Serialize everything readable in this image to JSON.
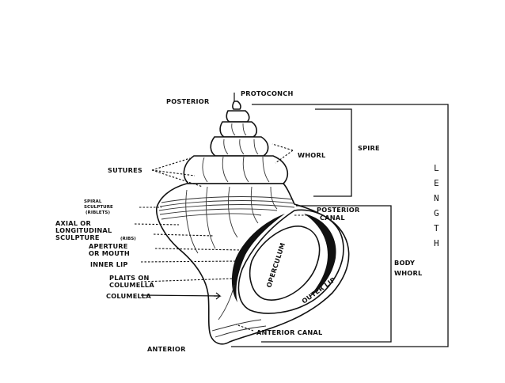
{
  "labels": {
    "protoconch": "PROTOCONCH",
    "posterior": "POSTERIOR",
    "whorl": "WHORL",
    "spire": "SPIRE",
    "sutures": "SUTURES",
    "spiral_sculpture_1": "SPIRAL",
    "spiral_sculpture_2": "SCULPTURE",
    "spiral_sculpture_3": "(RIBLETS)",
    "axial_1": "AXIAL OR",
    "axial_2": "LONGITUDINAL",
    "axial_3": "SCULPTURE",
    "axial_3b": "(RIBS)",
    "posterior_canal_1": "POSTERIOR",
    "posterior_canal_2": "CANAL",
    "aperture_1": "APERTURE",
    "aperture_2": "OR MOUTH",
    "inner_lip": "INNER LIP",
    "plaits_1": "PLAITS ON",
    "plaits_2": "COLUMELLA",
    "columella": "COLUMELLA",
    "operculum": "OPERCULUM",
    "outer_lip": "OUTER LIP",
    "anterior_canal": "ANTERIOR CANAL",
    "anterior": "ANTERIOR",
    "body_whorl_1": "BODY",
    "body_whorl_2": "WHORL",
    "length_letters": [
      "L",
      "E",
      "N",
      "G",
      "T",
      "H"
    ]
  }
}
